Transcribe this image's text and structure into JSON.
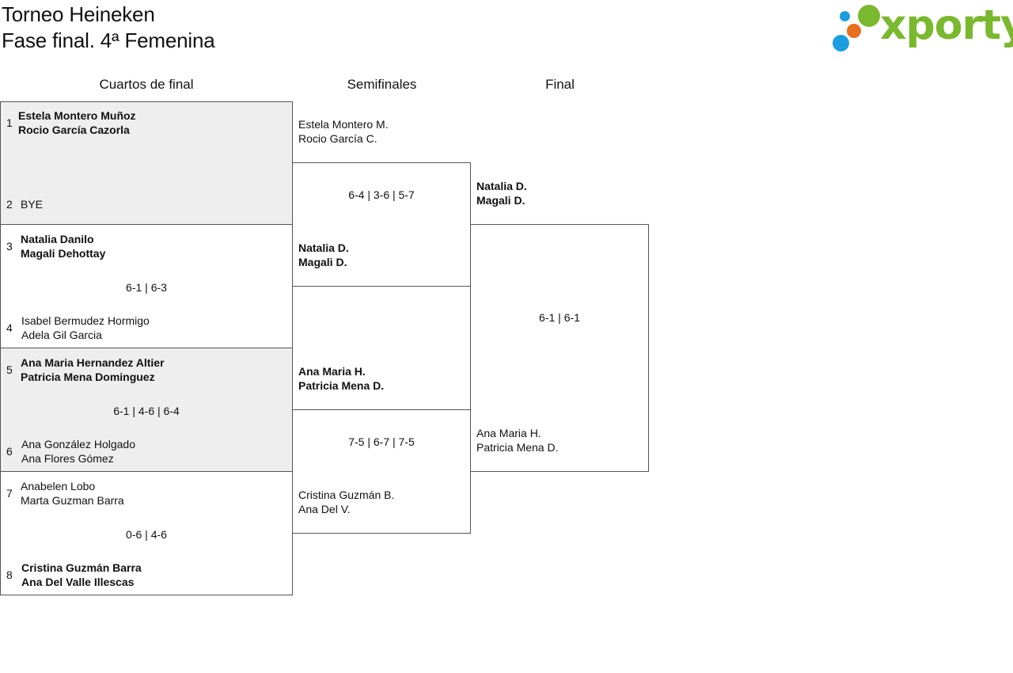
{
  "header": {
    "title_line1": "Torneo Heineken",
    "title_line2": "Fase final. 4ª Femenina"
  },
  "logo": {
    "wordmark": "xporty",
    "colors": {
      "green": "#7ab82e",
      "orange": "#e8701e",
      "blue": "#1a9ee0"
    }
  },
  "rounds": {
    "quarter": "Cuartos de final",
    "semi": "Semifinales",
    "final": "Final"
  },
  "quarterfinals": [
    {
      "score": "",
      "top": {
        "seed": "1",
        "p1": "Estela Montero Muñoz",
        "p2": "Rocio García Cazorla"
      },
      "bottom": {
        "seed": "2",
        "p1": "BYE",
        "p2": ""
      }
    },
    {
      "score": "6-1 | 6-3",
      "top": {
        "seed": "3",
        "p1": "Natalia Danilo",
        "p2": "Magali Dehottay"
      },
      "bottom": {
        "seed": "4",
        "p1": "Isabel Bermudez Hormigo",
        "p2": "Adela Gil Garcia"
      }
    },
    {
      "score": "6-1 | 4-6 | 6-4",
      "top": {
        "seed": "5",
        "p1": "Ana Maria Hernandez Altier",
        "p2": "Patricia Mena Dominguez"
      },
      "bottom": {
        "seed": "6",
        "p1": "Ana González Holgado",
        "p2": "Ana Flores Gómez"
      }
    },
    {
      "score": "0-6 | 4-6",
      "top": {
        "seed": "7",
        "p1": "Anabelen Lobo",
        "p2": "Marta Guzman Barra"
      },
      "bottom": {
        "seed": "8",
        "p1": "Cristina Guzmán Barra",
        "p2": "Ana Del Valle Illescas"
      }
    }
  ],
  "semifinals": [
    {
      "score": "6-4 | 3-6 | 5-7",
      "top": {
        "p1": "Estela Montero M.",
        "p2": "Rocio García C."
      },
      "bottom": {
        "p1": "Natalia D.",
        "p2": "Magali D."
      }
    },
    {
      "score": "7-5 | 6-7 | 7-5",
      "top": {
        "p1": "Ana Maria H.",
        "p2": "Patricia Mena D."
      },
      "bottom": {
        "p1": "Cristina Guzmán B.",
        "p2": "Ana Del V."
      }
    }
  ],
  "final": {
    "score": "6-1 | 6-1",
    "top": {
      "p1": "Natalia D.",
      "p2": "Magali D."
    },
    "bottom": {
      "p1": "Ana Maria H.",
      "p2": "Patricia Mena D."
    }
  }
}
